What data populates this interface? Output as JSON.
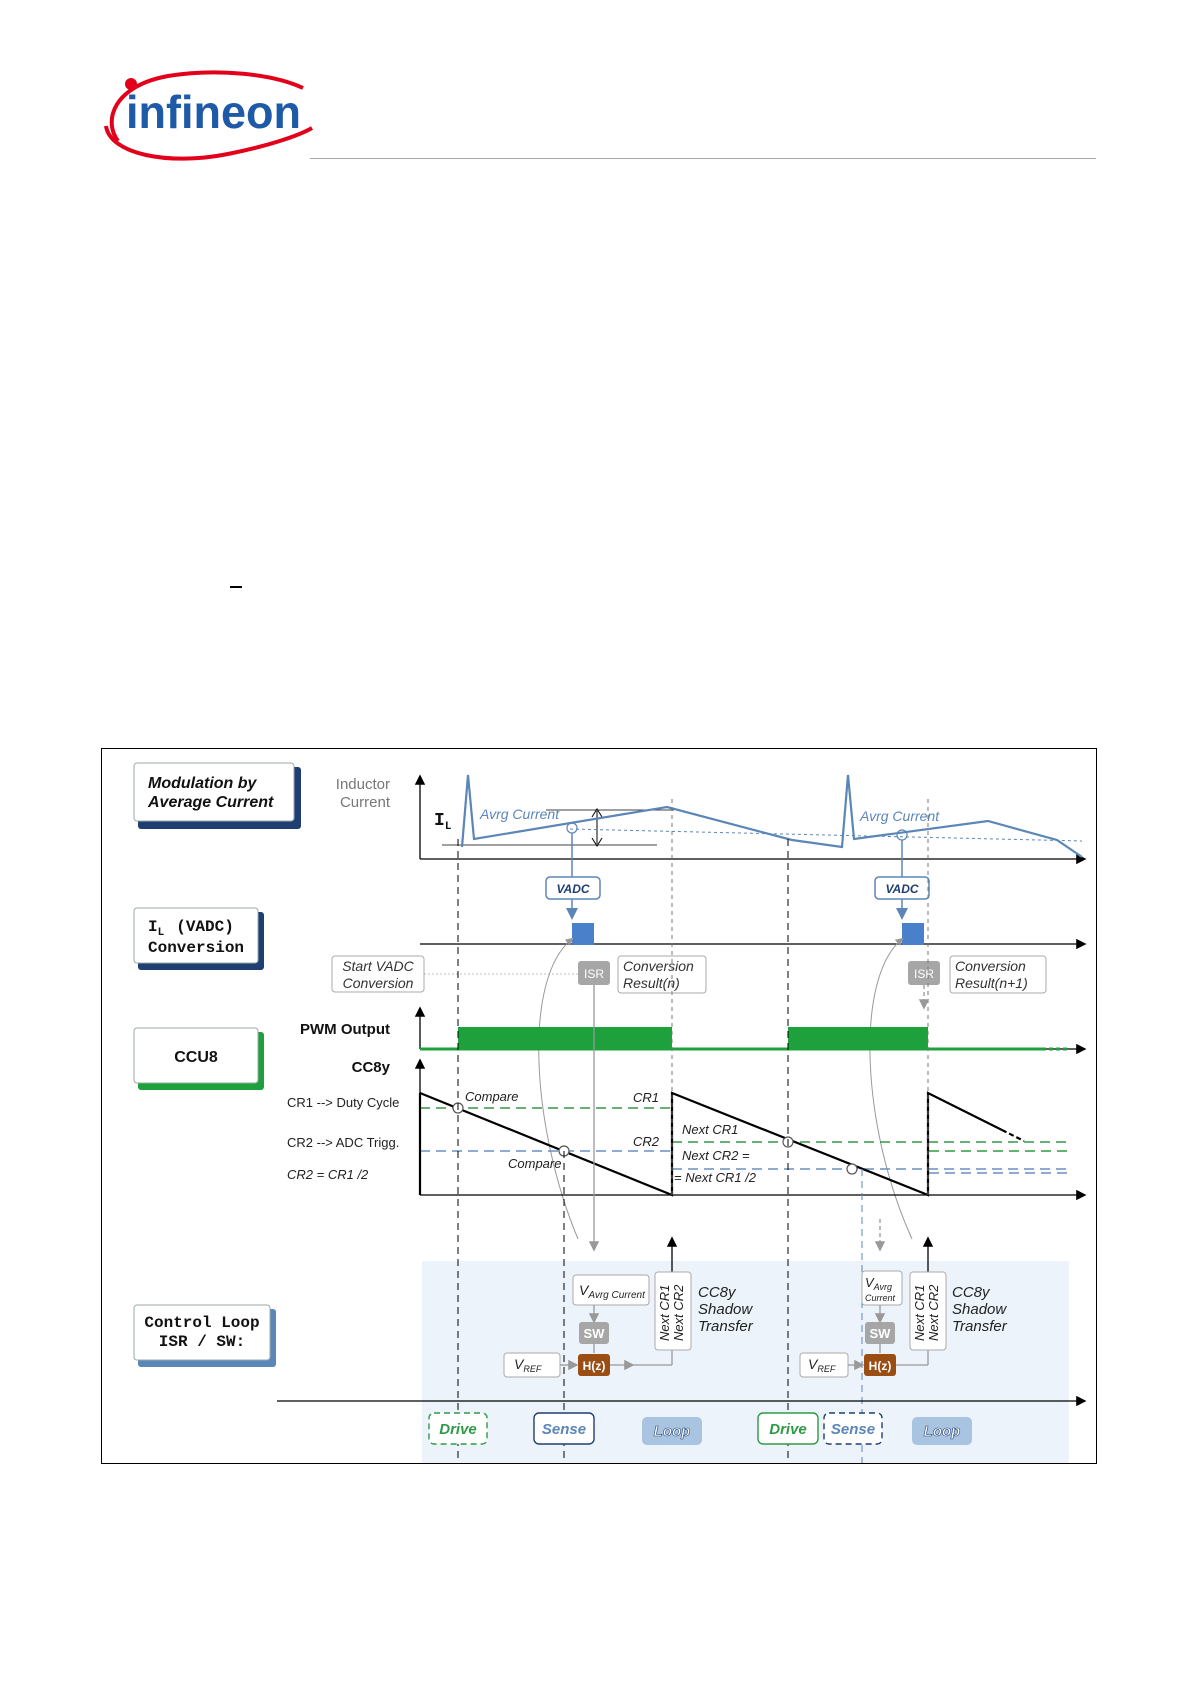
{
  "header": {
    "logo_text": "infineon",
    "brand_colors": {
      "logo_blue": "#1e5aa8",
      "logo_red": "#e3001b"
    }
  },
  "figure": {
    "panels": {
      "modulation_line1": "Modulation by",
      "modulation_line2": "Average Current",
      "il_label_main": "I",
      "il_label_sub": "L",
      "il_label_rest": "(VADC)",
      "il_conversion": "Conversion",
      "ccu8": "CCU8",
      "control_loop_line1": "Control Loop",
      "control_loop_line2": "ISR / SW:"
    },
    "axes": {
      "inductor_current_1": "Inductor",
      "inductor_current_2": "Current",
      "il_main": "I",
      "il_sub": "L",
      "pwm_output": "PWM Output",
      "cc8y": "CC8y"
    },
    "labels": {
      "avrg_current": "Avrg Current",
      "vadc": "VADC",
      "start_vadc_1": "Start VADC",
      "start_vadc_2": "Conversion",
      "isr": "ISR",
      "conv_result_1": "Conversion",
      "conv_result_n": "Result(n)",
      "conv_result_n1": "Result(n+1)",
      "cr1_duty": "CR1 --> Duty Cycle",
      "cr2_adc": "CR2 --> ADC Trigg.",
      "cr2_eq": "CR2  =  CR1 /2",
      "compare": "Compare",
      "cr1": "CR1",
      "cr2": "CR2",
      "next_cr1": "Next CR1",
      "next_cr2_eq": "Next CR2 =",
      "eq_next_cr1_half": "= Next CR1 /2",
      "v_main": "V",
      "v_avrg_sub": "Avrg Current",
      "v_avrg_sub2a": "Avrg",
      "v_avrg_sub2b": "Current",
      "sw": "SW",
      "hz": "H(z)",
      "vref_main": "V",
      "vref_sub": "REF",
      "next_cr1_vert": "Next CR1",
      "next_cr2_vert": "Next CR2",
      "shadow_1": "CC8y",
      "shadow_2": "Shadow",
      "shadow_3": "Transfer",
      "drive": "Drive",
      "sense": "Sense",
      "loop": "Loop"
    },
    "colors": {
      "navy": "#1f3f73",
      "waveform_blue": "#5b86b8",
      "pwm_green": "#1ea03c",
      "cr1_green": "#2e9a46",
      "cr2_blue": "#6a8fc0",
      "isr_gray": "#a6a6a6",
      "hz_brown": "#9b4e14",
      "loop_fill": "#a9c4e0",
      "band_bg": "#edf3fa"
    }
  }
}
